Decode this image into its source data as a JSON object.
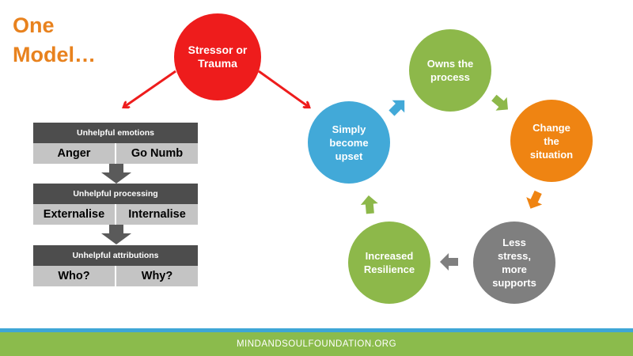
{
  "title": {
    "line1": "One",
    "line2": "Model…"
  },
  "stressor": {
    "label": "Stressor or\nTrauma"
  },
  "flow": {
    "emotions": {
      "header": "Unhelpful emotions",
      "left": "Anger",
      "right": "Go Numb"
    },
    "processing": {
      "header": "Unhelpful processing",
      "left": "Externalise",
      "right": "Internalise"
    },
    "attributions": {
      "header": "Unhelpful attributions",
      "left": "Who?",
      "right": "Why?"
    }
  },
  "cycle": {
    "owns": "Owns the\nprocess",
    "change": "Change\nthe\nsituation",
    "less": "Less\nstress,\nmore\nsupports",
    "resilience": "Increased\nResilience",
    "simply": "Simply\nbecome\nupset"
  },
  "colors": {
    "title": "#e8821e",
    "red": "#ee1c1c",
    "green": "#8db84a",
    "orange": "#ef8412",
    "grey": "#7f7f7f",
    "blue": "#42a9d8",
    "dark_header": "#4d4d4d",
    "cell": "#c4c4c4",
    "footer": "#8bbb4c",
    "band": "#3ea6d6"
  },
  "footer": {
    "text": "MINDANDSOULFOUNDATION.ORG"
  }
}
